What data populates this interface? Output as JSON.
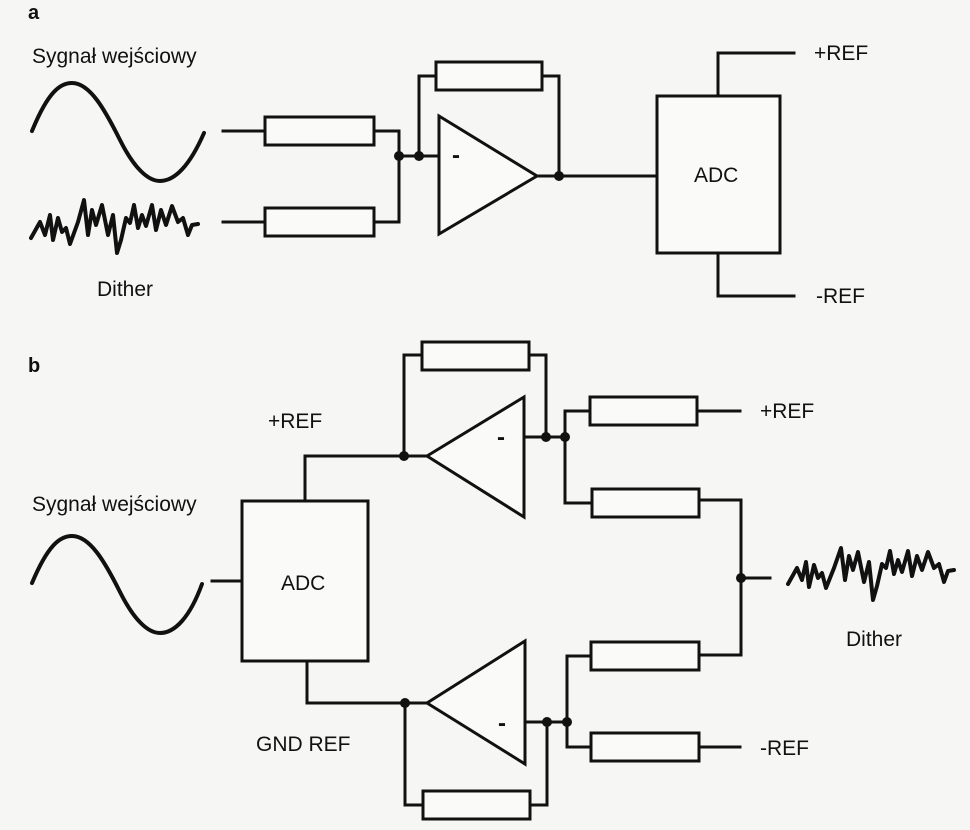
{
  "figure": {
    "panel_a": {
      "label": "a",
      "input_signal_label": "Sygnał wejściowy",
      "dither_label": "Dither",
      "adc_label": "ADC",
      "pos_ref_label": "+REF",
      "neg_ref_label": "-REF",
      "opamp_sign": "-"
    },
    "panel_b": {
      "label": "b",
      "input_signal_label": "Sygnał wejściowy",
      "dither_label": "Dither",
      "adc_label": "ADC",
      "adc_top_ref_label": "+REF",
      "adc_bottom_ref_label": "GND REF",
      "top_opamp_sign": "-",
      "bottom_opamp_sign": "-",
      "top_out_ref_label": "+REF",
      "bottom_out_ref_label": "-REF"
    }
  }
}
